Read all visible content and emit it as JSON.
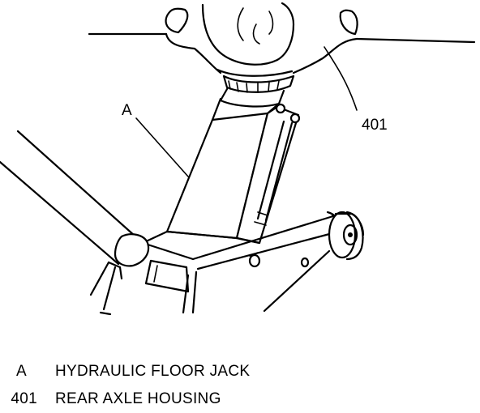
{
  "diagram": {
    "callouts": {
      "a": "A",
      "axle": "401"
    }
  },
  "legend": [
    {
      "key": "A",
      "text": "HYDRAULIC FLOOR JACK"
    },
    {
      "key": "401",
      "text": "REAR AXLE HOUSING"
    }
  ]
}
